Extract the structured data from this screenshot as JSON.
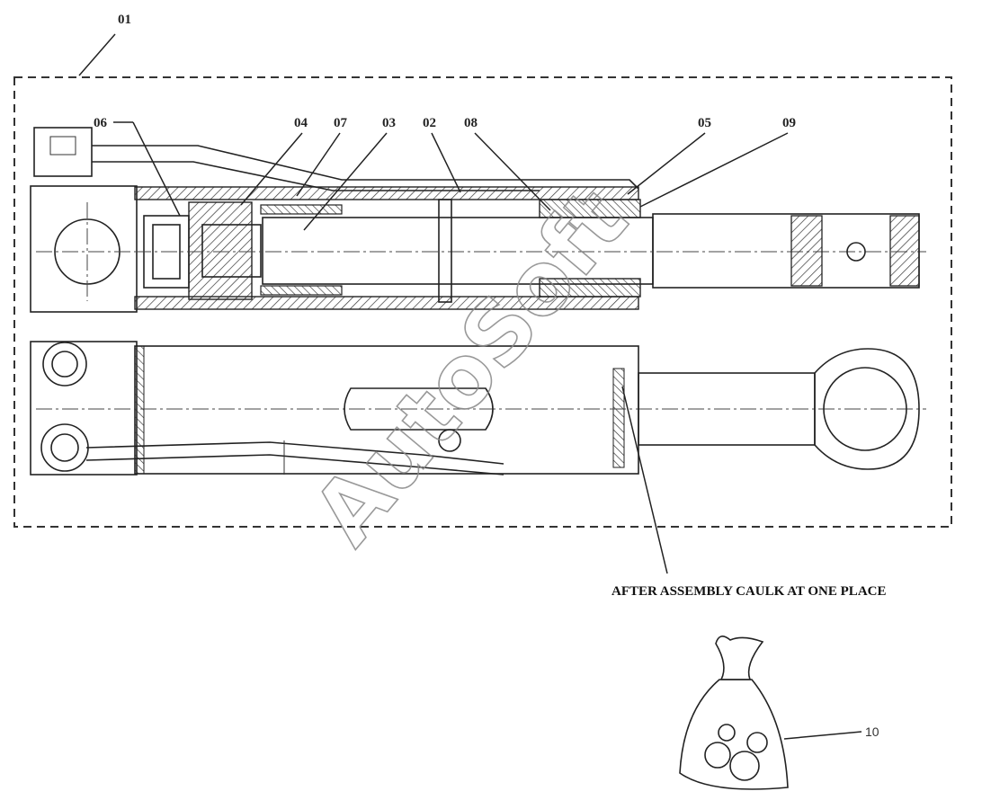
{
  "callouts": {
    "c01": "01",
    "c02": "02",
    "c03": "03",
    "c04": "04",
    "c05": "05",
    "c06": "06",
    "c07": "07",
    "c08": "08",
    "c09": "09",
    "c10": "10"
  },
  "note": "AFTER ASSEMBLY CAULK AT ONE PLACE",
  "watermark": "AutoSoft"
}
